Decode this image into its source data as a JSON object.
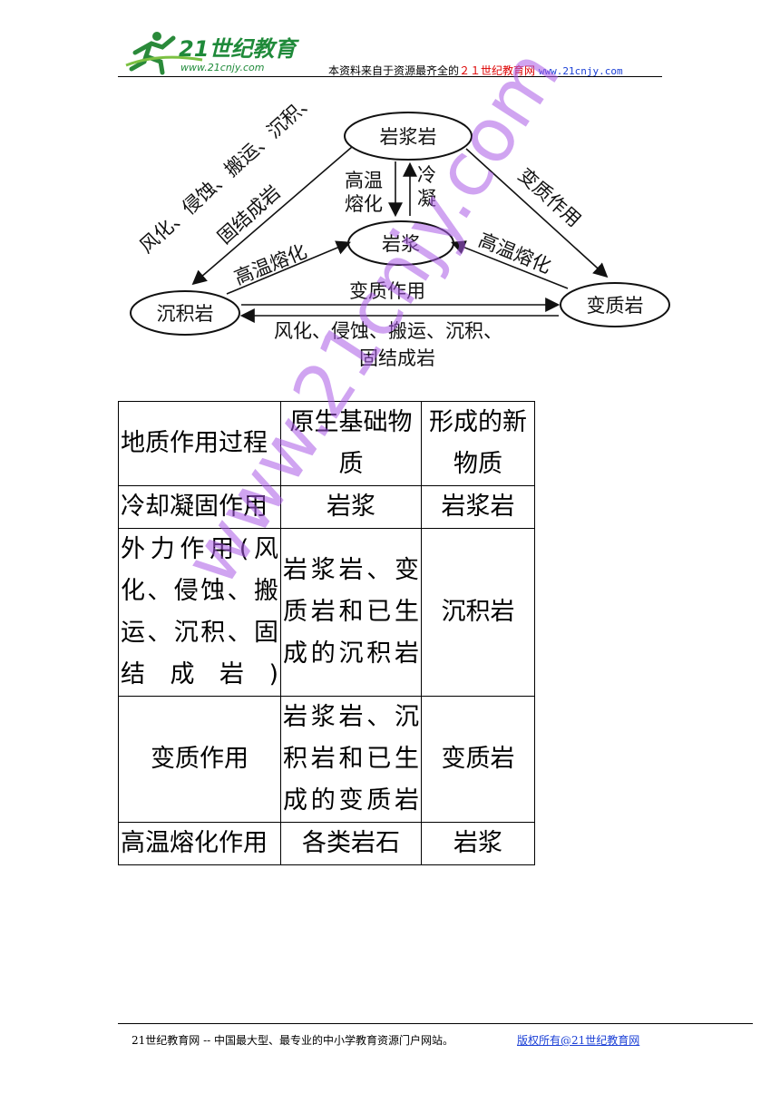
{
  "header": {
    "logo_text": "21世纪教育",
    "logo_url": "www.21cnjy.com",
    "notice_prefix": "本资料来自于资源最齐全的",
    "notice_red": "２１世纪教育网",
    "notice_url": "www.21cnjy.com"
  },
  "diagram": {
    "nodes": {
      "magmatic": "岩浆岩",
      "magma": "岩浆",
      "sedimentary": "沉积岩",
      "metamorphic": "变质岩"
    },
    "labels": {
      "weathering_left_1": "风化、侵蚀、搬运、沉积、",
      "weathering_left_2": "固结成岩",
      "metamorphism_right": "变质作用",
      "melting_center_1": "高温",
      "melting_center_2": "熔化",
      "cooling_1": "冷",
      "cooling_2": "凝",
      "melting_left": "高温熔化",
      "melting_right": "高温熔化",
      "metamorphism_bottom": "变质作用",
      "weathering_bottom_1": "风化、侵蚀、搬运、沉积、",
      "weathering_bottom_2": "固结成岩"
    }
  },
  "table": {
    "headers": [
      "地质作用过程",
      "原生基础物质",
      "形成的新物质"
    ],
    "rows": [
      [
        "冷却凝固作用",
        "岩浆",
        "岩浆岩"
      ],
      [
        "外力作用(风化、侵蚀、搬运、沉积、固结成岩)",
        "岩浆岩、变质岩和已生成的沉积岩",
        "沉积岩"
      ],
      [
        "变质作用",
        "岩浆岩、沉积岩和已生成的变质岩",
        "变质岩"
      ],
      [
        "高温熔化作用",
        "各类岩石",
        "岩浆"
      ]
    ]
  },
  "watermark": "www.21cnjy.com",
  "footer": {
    "text": "21世纪教育网 -- 中国最大型、最专业的中小学教育资源门户网站。",
    "link": "版权所有@21世纪教育网"
  }
}
